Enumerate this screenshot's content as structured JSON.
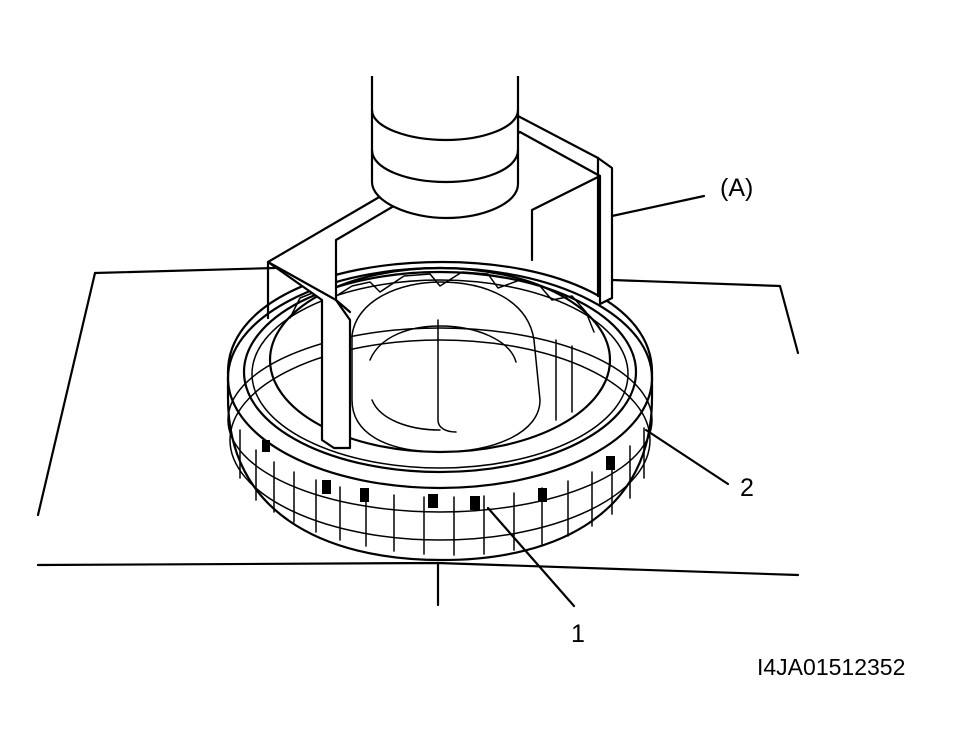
{
  "callouts": {
    "tool_a": "(A)",
    "part_1": "1",
    "part_2": "2"
  },
  "figure_code": "I4JA01512352",
  "colors": {
    "line": "#000000",
    "background": "#ffffff"
  }
}
